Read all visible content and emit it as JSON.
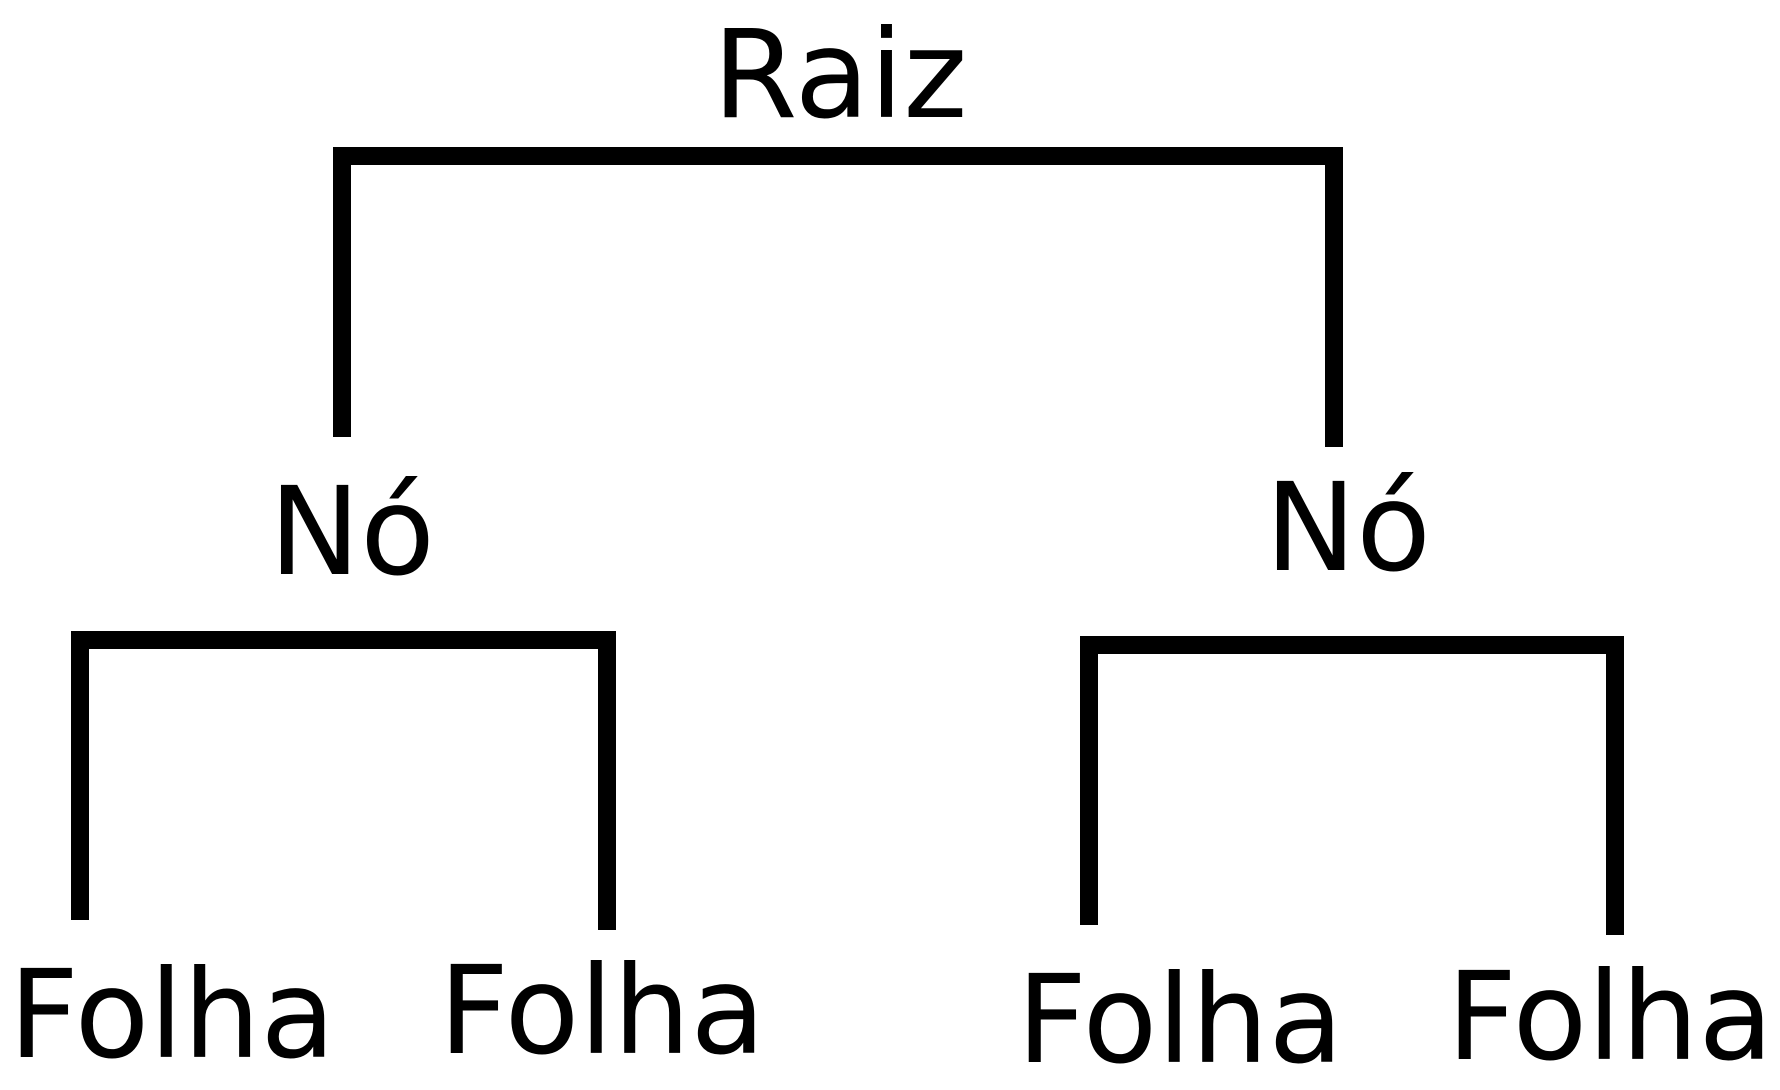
{
  "tree": {
    "root": {
      "label": "Raiz"
    },
    "nodes": [
      {
        "label": "Nó",
        "leaves": [
          {
            "label": "Folha"
          },
          {
            "label": "Folha"
          }
        ]
      },
      {
        "label": "Nó",
        "leaves": [
          {
            "label": "Folha"
          },
          {
            "label": "Folha"
          }
        ]
      }
    ]
  },
  "colors": {
    "ink": "#000000",
    "background": "#ffffff"
  }
}
